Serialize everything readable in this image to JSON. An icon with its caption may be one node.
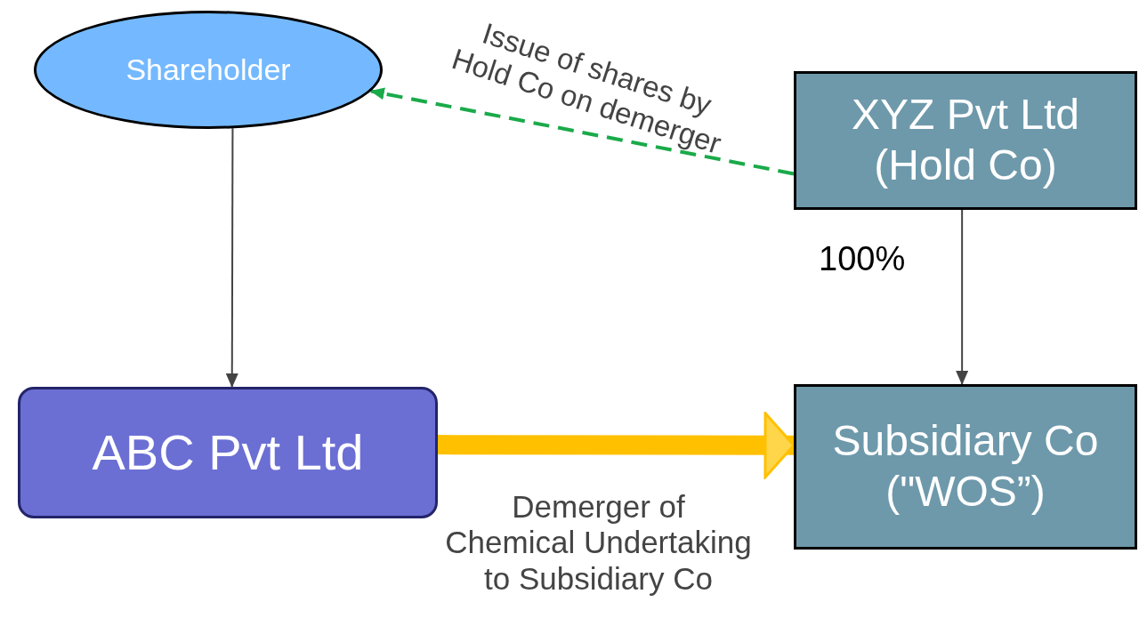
{
  "diagram": {
    "nodes": [
      {
        "text": [
          "Shareholder"
        ]
      },
      {
        "text": [
          "XYZ Pvt Ltd (Hold Co)"
        ]
      },
      {
        "text": [
          "ABC Pvt Ltd"
        ]
      },
      {
        "text": [
          "Subsidiary Co (\"WOS”)"
        ]
      }
    ],
    "edges": [
      {
        "from": 1,
        "to": 0,
        "arrow": "to",
        "label": "Issue of shares by Hold Co on demerger",
        "style": "dashed",
        "color": "#1aaa4a"
      },
      {
        "from": 0,
        "to": 2,
        "arrow": "to"
      },
      {
        "from": 1,
        "to": 3,
        "arrow": "to",
        "label": "100%"
      },
      {
        "from": 2,
        "to": 3,
        "arrow": "to",
        "label": "Demerger of Chemical Undertaking to Subsidiary Co",
        "style": "thick",
        "color": "#ffc000"
      }
    ]
  }
}
